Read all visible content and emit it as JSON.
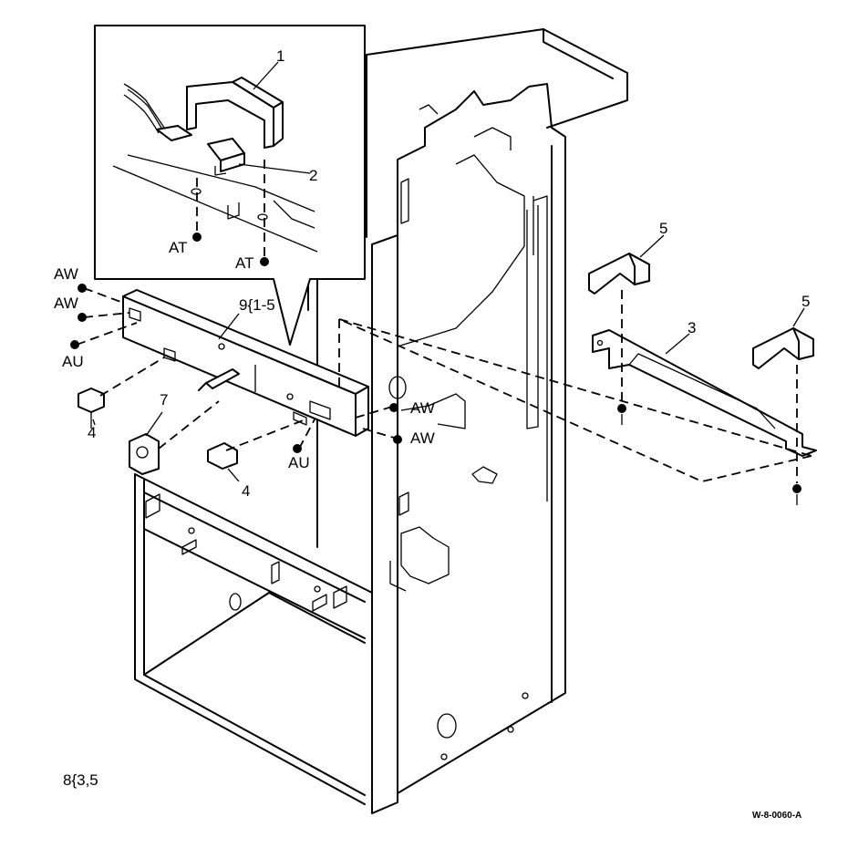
{
  "callouts": {
    "c1": "1",
    "c2": "2",
    "c3": "3",
    "c4a": "4",
    "c4b": "4",
    "c5a": "5",
    "c5b": "5",
    "c7": "7",
    "c9": "9{1-5"
  },
  "fasteners": {
    "at1": "AT",
    "at2": "AT",
    "aw1": "AW",
    "aw2": "AW",
    "aw3": "AW",
    "aw4": "AW",
    "au1": "AU",
    "au2": "AU"
  },
  "note": "8{3,5",
  "figure_id": "W-8-0060-A"
}
